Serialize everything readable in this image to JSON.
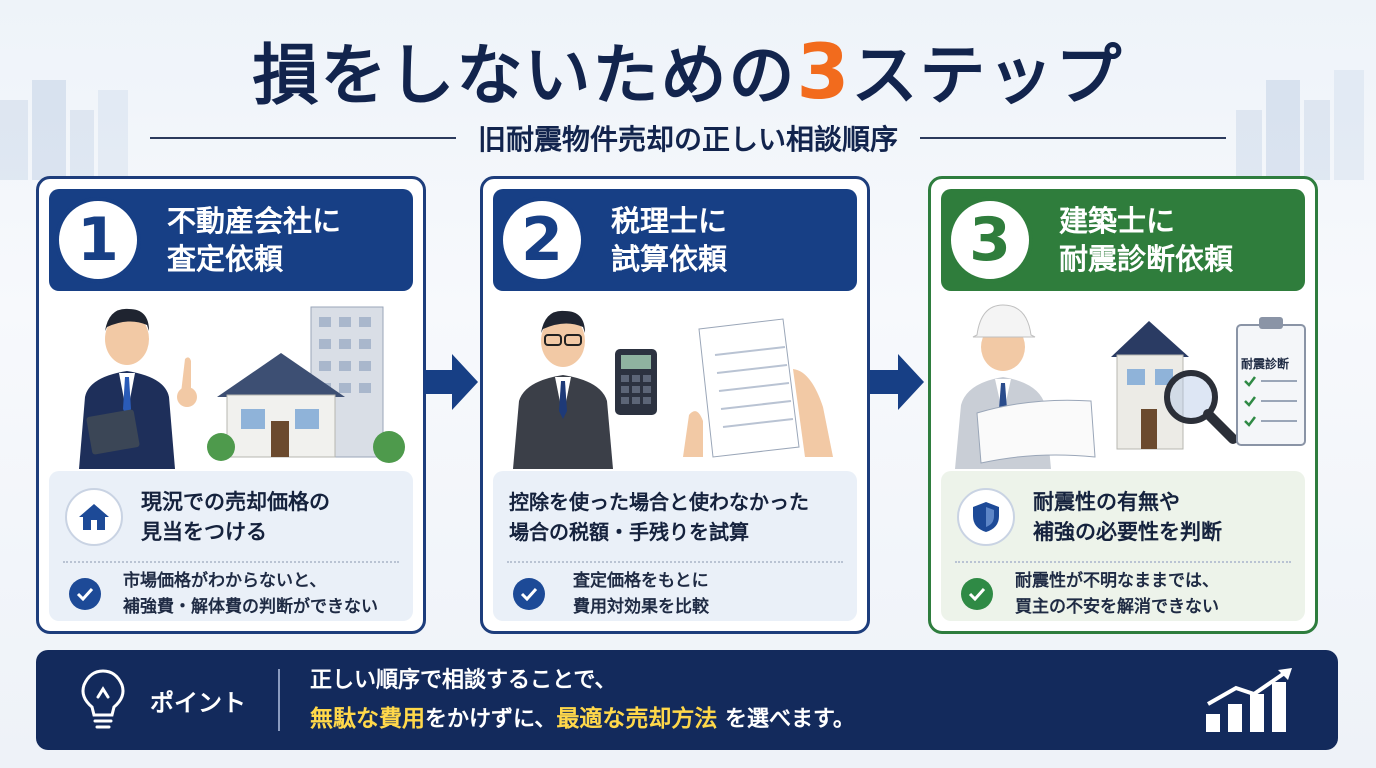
{
  "title": {
    "pre": "損をしないための",
    "accent": "3",
    "post": "ステップ"
  },
  "subtitle": "旧耐震物件売却の正しい相談順序",
  "steps": [
    {
      "number": "1",
      "heading_line1": "不動産会社に",
      "heading_line2": "査定依頼",
      "main_line1": "現況での売却価格の",
      "main_line2": "見当をつける",
      "sub_line1": "市場価格がわからないと、",
      "sub_line2": "補強費・解体費の判断ができない"
    },
    {
      "number": "2",
      "heading_line1": "税理士に",
      "heading_line2": "試算依頼",
      "main_line1": "控除を使った場合と使わなかった",
      "main_line2": "場合の税額・手残りを試算",
      "sub_line1": "査定価格をもとに",
      "sub_line2": "費用対効果を比較"
    },
    {
      "number": "3",
      "heading_line1": "建築士に",
      "heading_line2": "耐震診断依頼",
      "clipboard_label": "耐震診断",
      "main_line1": "耐震性の有無や",
      "main_line2": "補強の必要性を判断",
      "sub_line1": "耐震性が不明なままでは、",
      "sub_line2": "買主の不安を解消できない"
    }
  ],
  "point": {
    "label": "ポイント",
    "line1": "正しい順序で相談することで、",
    "hl1": "無駄な費用",
    "mid": "をかけずに、",
    "hl2": "最適な売却方法",
    "end": "を選べます。"
  },
  "colors": {
    "navy": "#173f85",
    "green": "#2f7d3c",
    "accent": "#f26b1d",
    "highlight": "#ffd84a"
  }
}
